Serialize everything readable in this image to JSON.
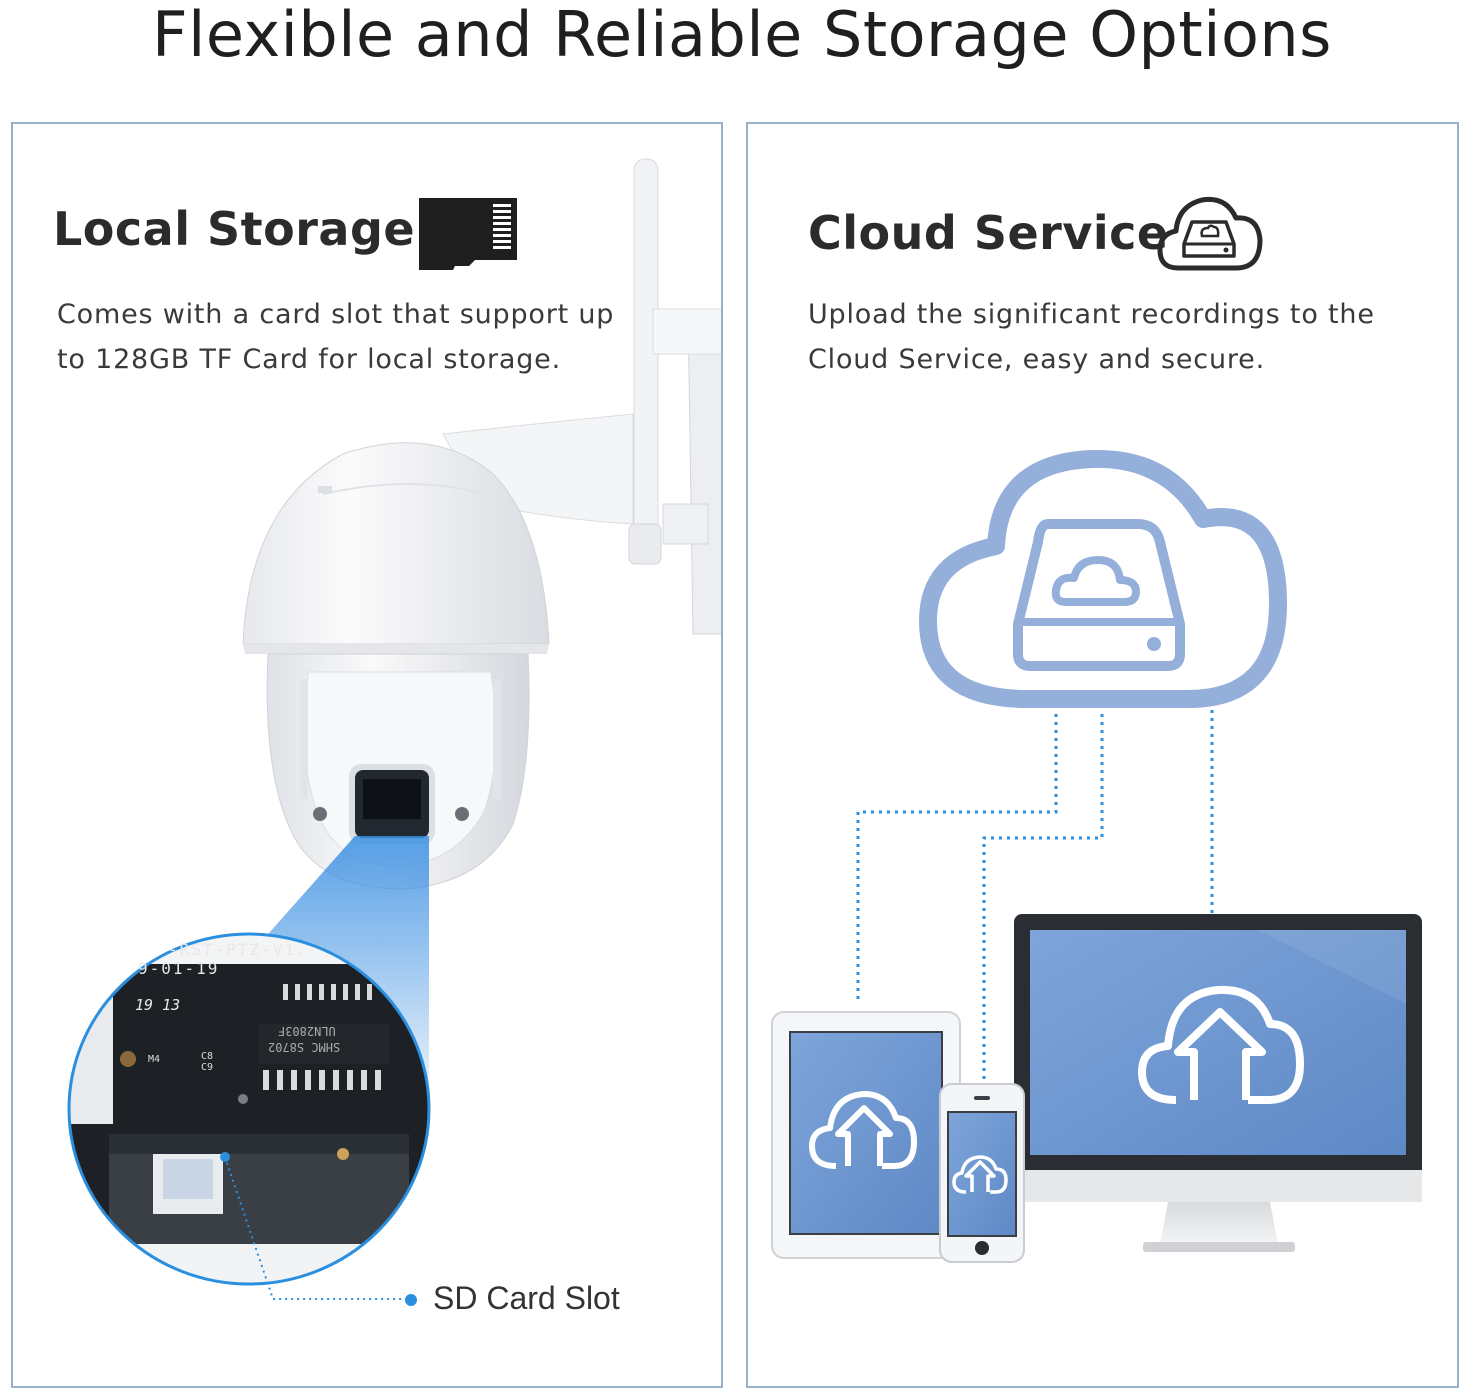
{
  "title": "Flexible and Reliable Storage Options",
  "local": {
    "heading": "Local Storage",
    "icon": "microsd-card-icon",
    "desc_lines": [
      "Comes with a card slot that support up",
      "to 128GB TF Card for local storage."
    ],
    "callout_label": "SD Card Slot",
    "board_text": {
      "line1": "-RST-PTZ-V1.",
      "line2": "9-01-19",
      "time": "19 13",
      "chip1": "ULN2803F",
      "chip2": "SHMC S8702",
      "m4": "M4",
      "c8": "C8",
      "c9": "C9"
    }
  },
  "cloud": {
    "heading": "Cloud Service",
    "icon": "cloud-storage-icon",
    "desc_lines": [
      "Upload the significant recordings to the",
      "Cloud Service, easy and secure."
    ]
  },
  "colors": {
    "accent_blue": "#2b8fe0",
    "cloud_outline": "#94afd9",
    "screen_blue": "#6f98d1",
    "panel_border": "#9ab0c6"
  }
}
